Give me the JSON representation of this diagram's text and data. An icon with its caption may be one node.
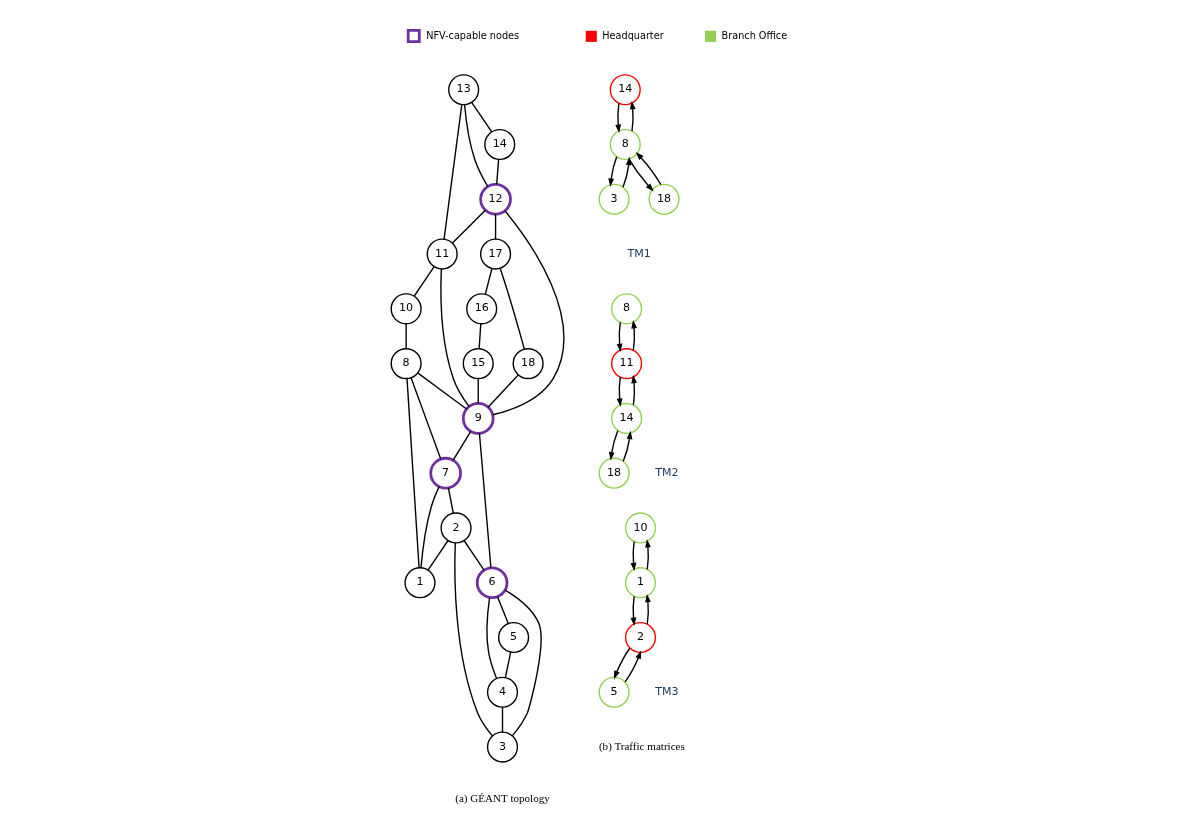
{
  "diagram": {
    "nodes": [
      {
        "text": [
          "1"
        ]
      },
      {
        "text": [
          "2"
        ]
      },
      {
        "text": [
          "3"
        ]
      },
      {
        "text": [
          "4"
        ]
      },
      {
        "text": [
          "5"
        ]
      },
      {
        "text": [
          "6"
        ]
      },
      {
        "text": [
          "7"
        ]
      },
      {
        "text": [
          "8"
        ]
      },
      {
        "text": [
          "9"
        ]
      },
      {
        "text": [
          "10"
        ]
      },
      {
        "text": [
          "11"
        ]
      },
      {
        "text": [
          "12"
        ]
      },
      {
        "text": [
          "13"
        ]
      },
      {
        "text": [
          "14"
        ]
      },
      {
        "text": [
          "15"
        ]
      },
      {
        "text": [
          "16"
        ]
      },
      {
        "text": [
          "17"
        ]
      },
      {
        "text": [
          "18"
        ]
      },
      {
        "text": [
          "14"
        ]
      },
      {
        "text": [
          "8"
        ]
      },
      {
        "text": [
          "3"
        ]
      },
      {
        "text": [
          "18"
        ]
      },
      {
        "text": [
          "8"
        ]
      },
      {
        "text": [
          "18"
        ]
      },
      {
        "text": [
          "11"
        ]
      },
      {
        "text": [
          "14"
        ]
      },
      {
        "text": [
          "10"
        ]
      },
      {
        "text": [
          "5"
        ]
      },
      {
        "text": [
          "1"
        ]
      },
      {
        "text": [
          "2"
        ]
      }
    ],
    "edges": [
      {
        "from": 12,
        "to": 13,
        "arrow": "none"
      },
      {
        "from": 12,
        "to": 11,
        "arrow": "none"
      },
      {
        "from": 12,
        "to": 10,
        "arrow": "none"
      },
      {
        "from": 13,
        "to": 11,
        "arrow": "none"
      },
      {
        "from": 11,
        "to": 16,
        "arrow": "none"
      },
      {
        "from": 11,
        "to": 10,
        "arrow": "none"
      },
      {
        "from": 11,
        "to": 8,
        "arrow": "none"
      },
      {
        "from": 16,
        "to": 17,
        "arrow": "none"
      },
      {
        "from": 16,
        "to": 15,
        "arrow": "none"
      },
      {
        "from": 15,
        "to": 14,
        "arrow": "none"
      },
      {
        "from": 14,
        "to": 8,
        "arrow": "none"
      },
      {
        "from": 17,
        "to": 8,
        "arrow": "none"
      },
      {
        "from": 10,
        "to": 9,
        "arrow": "none"
      },
      {
        "from": 10,
        "to": 8,
        "arrow": "none"
      },
      {
        "from": 9,
        "to": 7,
        "arrow": "none"
      },
      {
        "from": 7,
        "to": 8,
        "arrow": "none"
      },
      {
        "from": 7,
        "to": 6,
        "arrow": "none"
      },
      {
        "from": 7,
        "to": 0,
        "arrow": "none"
      },
      {
        "from": 8,
        "to": 6,
        "arrow": "none"
      },
      {
        "from": 8,
        "to": 5,
        "arrow": "none"
      },
      {
        "from": 6,
        "to": 0,
        "arrow": "none"
      },
      {
        "from": 6,
        "to": 1,
        "arrow": "none"
      },
      {
        "from": 1,
        "to": 0,
        "arrow": "none"
      },
      {
        "from": 1,
        "to": 5,
        "arrow": "none"
      },
      {
        "from": 1,
        "to": 2,
        "arrow": "none"
      },
      {
        "from": 5,
        "to": 4,
        "arrow": "none"
      },
      {
        "from": 5,
        "to": 3,
        "arrow": "none"
      },
      {
        "from": 5,
        "to": 2,
        "arrow": "none"
      },
      {
        "from": 4,
        "to": 3,
        "arrow": "none"
      },
      {
        "from": 3,
        "to": 2,
        "arrow": "none"
      },
      {
        "from": 18,
        "to": 19,
        "arrow": "to"
      },
      {
        "from": 19,
        "to": 20,
        "arrow": "to"
      },
      {
        "from": 20,
        "to": 19,
        "arrow": "to"
      },
      {
        "from": 19,
        "to": 18,
        "arrow": "to"
      },
      {
        "from": 19,
        "to": 21,
        "arrow": "to"
      },
      {
        "from": 21,
        "to": 19,
        "arrow": "to"
      },
      {
        "from": 22,
        "to": 24,
        "arrow": "to"
      },
      {
        "from": 24,
        "to": 22,
        "arrow": "to"
      },
      {
        "from": 23,
        "to": 25,
        "arrow": "to"
      },
      {
        "from": 25,
        "to": 23,
        "arrow": "to"
      },
      {
        "from": 25,
        "to": 24,
        "arrow": "to"
      },
      {
        "from": 24,
        "to": 25,
        "arrow": "to"
      },
      {
        "from": 26,
        "to": 28,
        "arrow": "to"
      },
      {
        "from": 28,
        "to": 26,
        "arrow": "to"
      },
      {
        "from": 27,
        "to": 29,
        "arrow": "to"
      },
      {
        "from": 29,
        "to": 27,
        "arrow": "to"
      },
      {
        "from": 29,
        "to": 28,
        "arrow": "to"
      },
      {
        "from": 28,
        "to": 29,
        "arrow": "to"
      }
    ],
    "labels": [
      "TM1",
      "TM2",
      "TM3",
      "(a) GÉANT topology",
      "(b) Traffic matrices"
    ],
    "legend": [
      {
        "text": "NFV-capable nodes"
      },
      {
        "text": "Headquarter",
        "color": "#ff0000"
      },
      {
        "text": "Branch Office",
        "color": "#92d050"
      }
    ]
  }
}
